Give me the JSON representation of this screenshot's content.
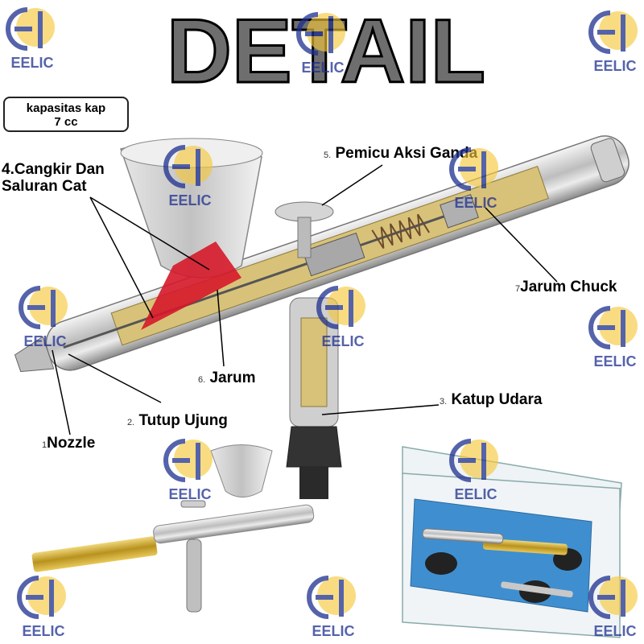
{
  "title": "DETAIL",
  "cup_capacity": {
    "line1": "kapasitas kap",
    "line2": "7 cc"
  },
  "labels": {
    "cup": {
      "number": "4.",
      "line1": "Cangkir Dan",
      "line2": "Saluran Cat"
    },
    "trigger": {
      "number": "5.",
      "text": "Pemicu Aksi Ganda"
    },
    "chuck": {
      "number": "7",
      "text": "Jarum Chuck"
    },
    "needle": {
      "number": "6.",
      "text": "Jarum"
    },
    "valve": {
      "number": "3.",
      "text": "Katup Udara"
    },
    "cap": {
      "number": "2.",
      "text": "Tutup Ujung"
    },
    "nozzle": {
      "number": "1",
      "text": "Nozzle"
    }
  },
  "watermark": {
    "text": "EELIC",
    "color": "#1d2f8f",
    "accent": "#f6c83a"
  },
  "colors": {
    "body": "#c9c9c9",
    "cutaway": "#d8c27a",
    "case_blue": "#3f8fd0",
    "gold": "#c9a227"
  }
}
